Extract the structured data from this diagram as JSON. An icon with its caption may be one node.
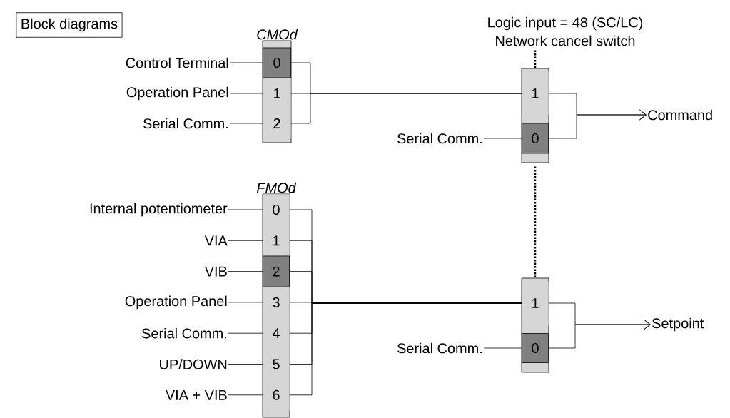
{
  "diagram": {
    "title": "Block diagrams",
    "nodes": [
      {
        "text": [
          "CMOd"
        ]
      },
      {
        "text": [
          "0"
        ],
        "in": 0
      },
      {
        "text": [
          "1"
        ],
        "in": 0
      },
      {
        "text": [
          "2"
        ],
        "in": 0
      },
      {
        "text": [
          "Control Terminal"
        ]
      },
      {
        "text": [
          "Operation Panel"
        ]
      },
      {
        "text": [
          "Serial Comm."
        ]
      },
      {
        "text": [
          "FMOd"
        ]
      },
      {
        "text": [
          "0"
        ],
        "in": 7
      },
      {
        "text": [
          "1"
        ],
        "in": 7
      },
      {
        "text": [
          "2"
        ],
        "in": 7
      },
      {
        "text": [
          "3"
        ],
        "in": 7
      },
      {
        "text": [
          "4"
        ],
        "in": 7
      },
      {
        "text": [
          "5"
        ],
        "in": 7
      },
      {
        "text": [
          "6"
        ],
        "in": 7
      },
      {
        "text": [
          "Internal potentiometer"
        ]
      },
      {
        "text": [
          "VIA"
        ]
      },
      {
        "text": [
          "VIB"
        ]
      },
      {
        "text": [
          "Operation Panel"
        ]
      },
      {
        "text": [
          "Serial Comm."
        ]
      },
      {
        "text": [
          "UP/DOWN"
        ]
      },
      {
        "text": [
          "VIA + VIB"
        ]
      },
      {
        "text": [
          "Logic input = 48 (SC/LC)",
          "Network cancel switch"
        ]
      },
      {
        "text": [],
        "shape": "bar"
      },
      {
        "text": [
          "1"
        ],
        "in": 23
      },
      {
        "text": [
          "0"
        ],
        "in": 23
      },
      {
        "text": [
          "Serial Comm."
        ]
      },
      {
        "text": [
          "Command"
        ]
      },
      {
        "text": [],
        "shape": "bar"
      },
      {
        "text": [
          "1"
        ],
        "in": 28
      },
      {
        "text": [
          "0"
        ],
        "in": 28
      },
      {
        "text": [
          "Serial Comm."
        ]
      },
      {
        "text": [
          "Setpoint"
        ]
      }
    ],
    "edges": [
      {
        "from": 4,
        "to": 1,
        "arrow": "none"
      },
      {
        "from": 5,
        "to": 2,
        "arrow": "none"
      },
      {
        "from": 6,
        "to": 3,
        "arrow": "none"
      },
      {
        "from": 1,
        "to": 24,
        "arrow": "none"
      },
      {
        "from": 2,
        "to": 24,
        "arrow": "none"
      },
      {
        "from": 3,
        "to": 24,
        "arrow": "none"
      },
      {
        "from": 15,
        "to": 8,
        "arrow": "none"
      },
      {
        "from": 16,
        "to": 9,
        "arrow": "none"
      },
      {
        "from": 17,
        "to": 10,
        "arrow": "none"
      },
      {
        "from": 18,
        "to": 11,
        "arrow": "none"
      },
      {
        "from": 19,
        "to": 12,
        "arrow": "none"
      },
      {
        "from": 20,
        "to": 13,
        "arrow": "none"
      },
      {
        "from": 21,
        "to": 14,
        "arrow": "none"
      },
      {
        "from": 8,
        "to": 29,
        "arrow": "none"
      },
      {
        "from": 9,
        "to": 29,
        "arrow": "none"
      },
      {
        "from": 10,
        "to": 29,
        "arrow": "none"
      },
      {
        "from": 11,
        "to": 29,
        "arrow": "none"
      },
      {
        "from": 12,
        "to": 29,
        "arrow": "none"
      },
      {
        "from": 13,
        "to": 29,
        "arrow": "none"
      },
      {
        "from": 14,
        "to": 29,
        "arrow": "none"
      },
      {
        "from": 22,
        "to": 23,
        "arrow": "none",
        "style": "dashed"
      },
      {
        "from": 23,
        "to": 28,
        "arrow": "none",
        "style": "dashed"
      },
      {
        "from": 26,
        "to": 25,
        "arrow": "none"
      },
      {
        "from": 24,
        "to": 27,
        "arrow": "to"
      },
      {
        "from": 25,
        "to": 27,
        "arrow": "to"
      },
      {
        "from": 31,
        "to": 30,
        "arrow": "none"
      },
      {
        "from": 29,
        "to": 32,
        "arrow": "to"
      },
      {
        "from": 30,
        "to": 32,
        "arrow": "to"
      }
    ]
  }
}
